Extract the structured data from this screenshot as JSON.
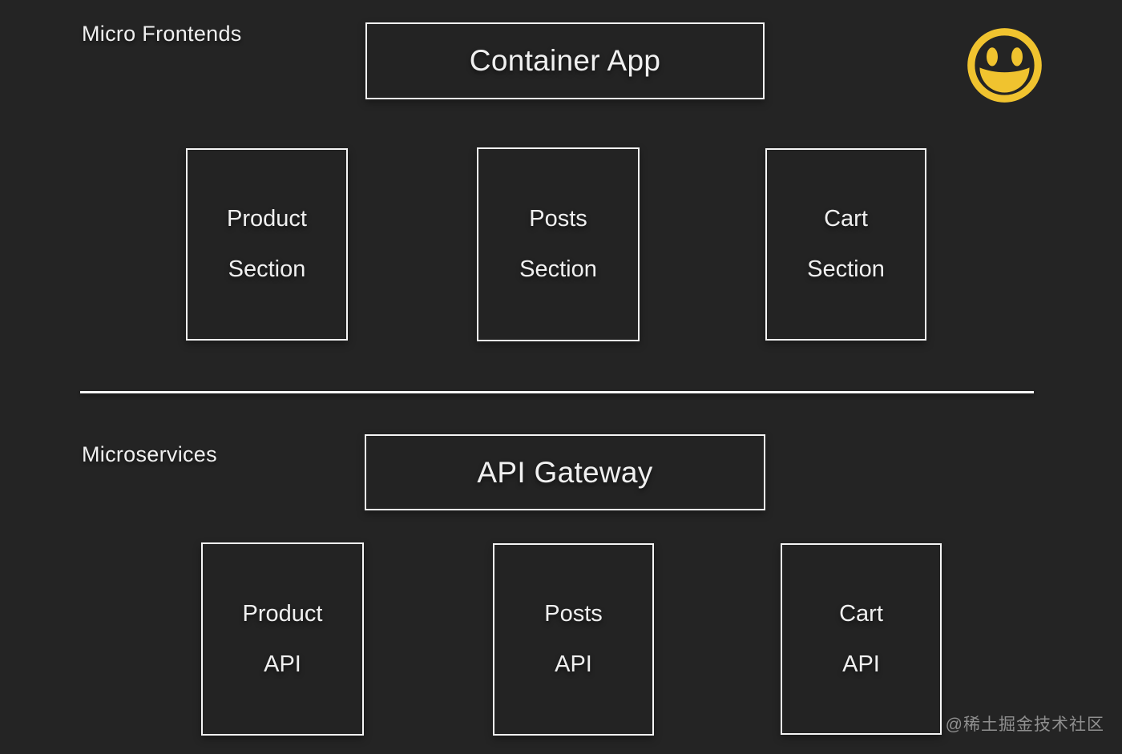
{
  "colors": {
    "background": "#242424",
    "box_fill": "#232323",
    "box_border": "#f5f5f5",
    "text": "#f0f0f0",
    "smiley_yellow": "#f0c32f",
    "watermark": "#8f8f8f"
  },
  "frontends": {
    "label": "Micro Frontends",
    "container_label": "Container App",
    "boxes": [
      {
        "line1": "Product",
        "line2": "Section"
      },
      {
        "line1": "Posts",
        "line2": "Section"
      },
      {
        "line1": "Cart",
        "line2": "Section"
      }
    ]
  },
  "microservices": {
    "label": "Microservices",
    "gateway_label": "API Gateway",
    "boxes": [
      {
        "line1": "Product",
        "line2": "API"
      },
      {
        "line1": "Posts",
        "line2": "API"
      },
      {
        "line1": "Cart",
        "line2": "API"
      }
    ]
  },
  "icons": {
    "smiley": "smiley-face-icon"
  },
  "watermark": "@稀土掘金技术社区"
}
